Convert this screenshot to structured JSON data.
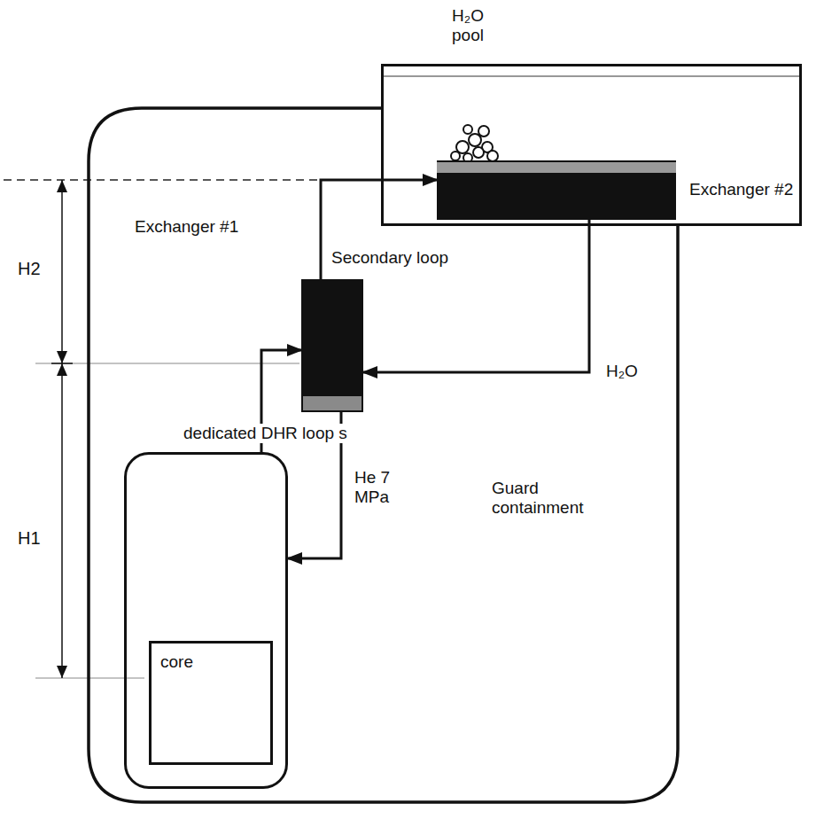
{
  "diagram": {
    "nodes": [
      {
        "text": [
          "H₂O pool"
        ]
      },
      {
        "text": [
          "Exchanger #2"
        ],
        "in": 0
      },
      {
        "text": [
          "Guard containment"
        ]
      },
      {
        "text": [
          "Exchanger #1"
        ],
        "in": 2
      },
      {
        "text": [],
        "in": 2
      },
      {
        "text": [
          "core"
        ],
        "in": 4
      }
    ],
    "edges": [
      {
        "from": 4,
        "to": 3,
        "label": "dedicated DHR loop s",
        "arrow": "to"
      },
      {
        "from": 3,
        "to": 4,
        "label": "He 7 MPa",
        "arrow": "to"
      },
      {
        "from": 3,
        "to": 1,
        "label": "Secondary loop",
        "arrow": "to"
      },
      {
        "from": 1,
        "to": 3,
        "label": "H₂O",
        "arrow": "to"
      }
    ],
    "labels": [
      "H2",
      "H1"
    ]
  }
}
